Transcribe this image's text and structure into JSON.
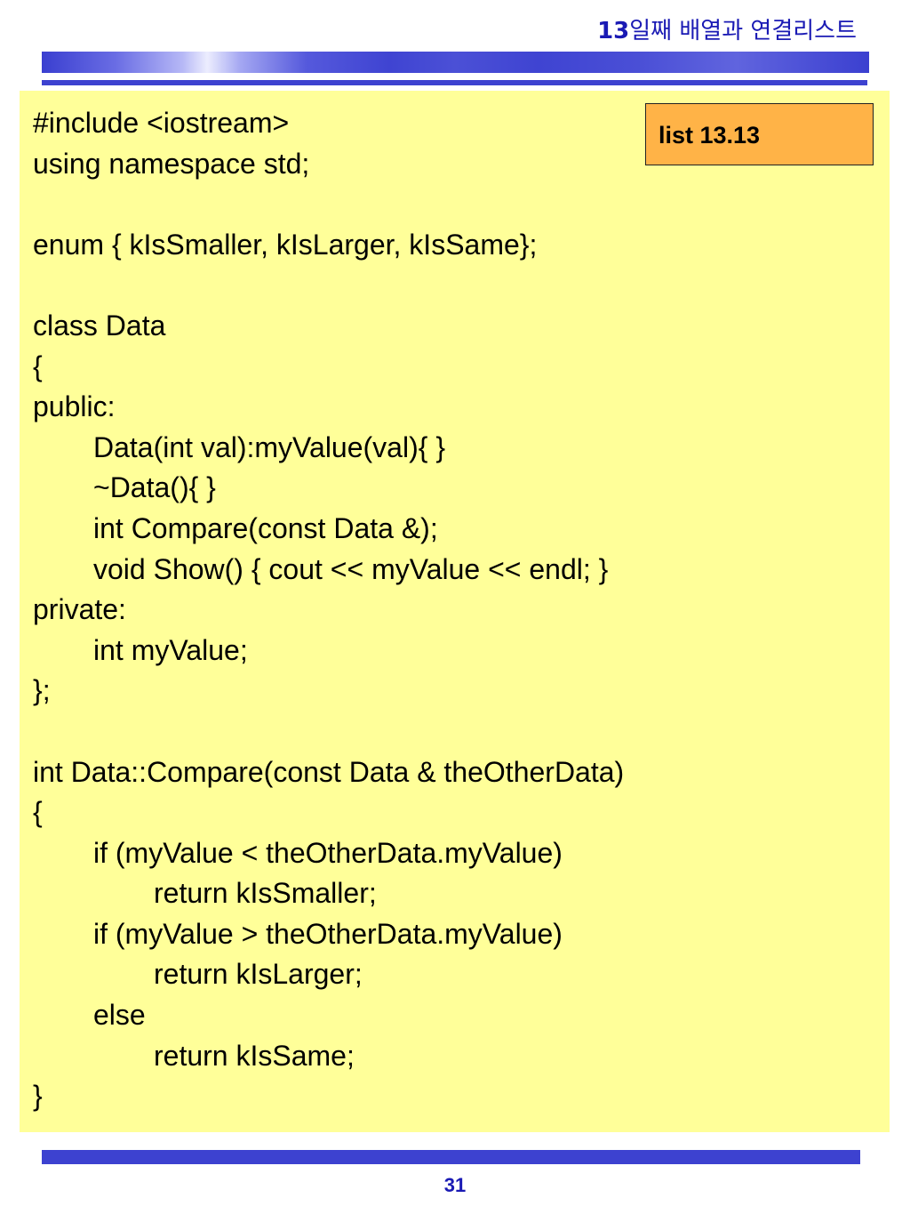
{
  "header": {
    "chapter_number": "13",
    "chapter_title": "일째 배열과 연결리스트"
  },
  "listing_label": "list 13.13",
  "code_lines": [
    "#include <iostream>",
    "using namespace std;",
    "",
    "enum { kIsSmaller, kIsLarger, kIsSame};",
    "",
    "class Data",
    "{",
    "public:",
    "\tData(int val):myValue(val){ }",
    "\t~Data(){ }",
    "\tint Compare(const Data &);",
    "\tvoid Show() { cout << myValue << endl; }",
    "private:",
    "\tint myValue;",
    "};",
    "",
    "int Data::Compare(const Data & theOtherData)",
    "{",
    "\tif (myValue < theOtherData.myValue)",
    "\t\treturn kIsSmaller;",
    "\tif (myValue > theOtherData.myValue)",
    "\t\treturn kIsLarger;",
    "\telse",
    "\t\treturn kIsSame;",
    "}"
  ],
  "footer": {
    "page_number": "31"
  },
  "colors": {
    "code_background": "#ffff99",
    "label_background": "#ffb347",
    "accent_blue": "#3d42d0",
    "title_text": "#1a1ab4"
  }
}
